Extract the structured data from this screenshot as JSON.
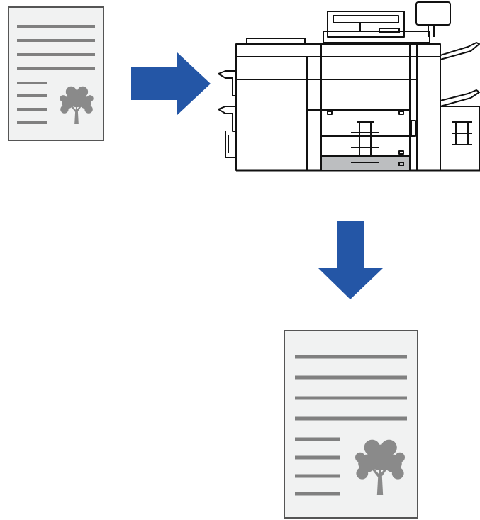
{
  "diagram": {
    "nodes": [
      {
        "id": "original-document",
        "kind": "document",
        "icon": "document-with-tree-icon"
      },
      {
        "id": "multifunction-printer",
        "kind": "device",
        "icon": "printer-icon"
      },
      {
        "id": "output-document",
        "kind": "document",
        "icon": "document-with-tree-icon"
      }
    ],
    "edges": [
      {
        "from": "original-document",
        "to": "multifunction-printer",
        "direction": "right"
      },
      {
        "from": "multifunction-printer",
        "to": "output-document",
        "direction": "down"
      }
    ],
    "colors": {
      "arrow": "#2456a6",
      "paper_fill": "#f1f2f2",
      "paper_border": "#555555",
      "text_lines": "#808080",
      "tree": "#8a8a8a",
      "printer_outline": "#111111",
      "printer_tray_fill": "#bcbec0"
    }
  }
}
